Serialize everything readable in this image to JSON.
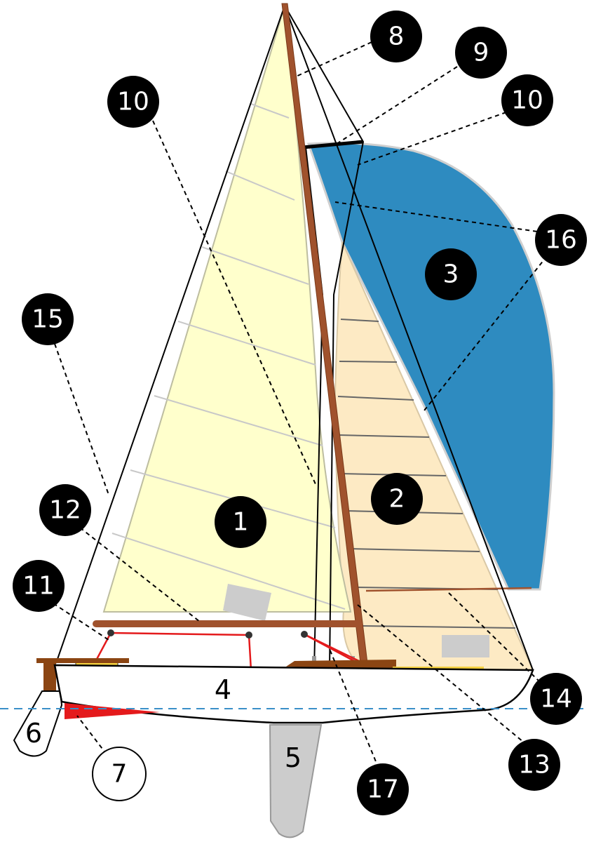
{
  "colors": {
    "mainsail": "#ffffcc",
    "jib": "#fdeac4",
    "spinnaker": "#2e8bc0",
    "spinnaker_edge": "#cfcfcf",
    "mast": "#a0522d",
    "hull": "#ffffff",
    "rudder_wood": "#8b4513",
    "red_fitting": "#e41a1c",
    "keel": "#cccccc",
    "waterline": "#3a8fc8",
    "label_fill": "#000000",
    "label_text": "#ffffff"
  },
  "labels": {
    "l1": "1",
    "l2": "2",
    "l3": "3",
    "l4": "4",
    "l5": "5",
    "l6": "6",
    "l7": "7",
    "l8": "8",
    "l9": "9",
    "l10a": "10",
    "l10b": "10",
    "l11": "11",
    "l12": "12",
    "l13": "13",
    "l14": "14",
    "l15": "15",
    "l16": "16",
    "l17": "17"
  }
}
